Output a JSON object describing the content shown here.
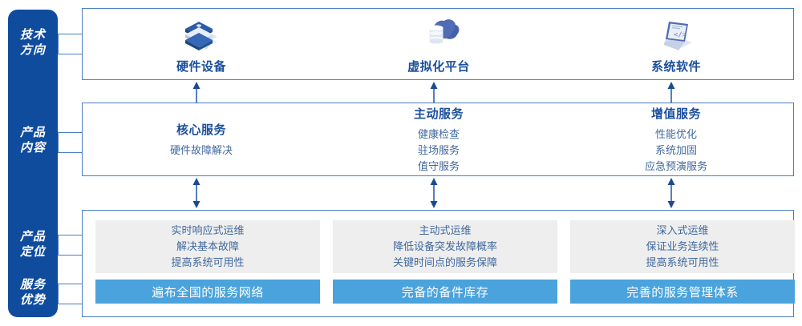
{
  "sidebar": {
    "background_color": "#0f4c9e",
    "labels": [
      {
        "name": "tech-direction",
        "line1": "技术",
        "line2": "方向"
      },
      {
        "name": "product-content",
        "line1": "产品",
        "line2": "内容"
      },
      {
        "name": "product-positioning",
        "line1": "产品",
        "line2": "定位"
      },
      {
        "name": "service-advantage",
        "line1": "服务",
        "line2": "优势"
      }
    ]
  },
  "tech_section": {
    "items": [
      {
        "icon": "server-stack-icon",
        "label": "硬件设备"
      },
      {
        "icon": "cloud-database-icon",
        "label": "虚拟化平台"
      },
      {
        "icon": "laptop-code-icon",
        "label": "系统软件"
      }
    ]
  },
  "content_section": {
    "columns": [
      {
        "title": "核心服务",
        "items": [
          "硬件故障解决"
        ]
      },
      {
        "title": "主动服务",
        "items": [
          "健康检查",
          "驻场服务",
          "值守服务"
        ]
      },
      {
        "title": "增值服务",
        "items": [
          "性能优化",
          "系统加固",
          "应急预演服务"
        ]
      }
    ]
  },
  "positioning_section": {
    "cards": [
      {
        "lines": [
          "实时响应式运维",
          "解决基本故障",
          "提高系统可用性"
        ]
      },
      {
        "lines": [
          "主动式运维",
          "降低设备突发故障概率",
          "关键时间点的服务保障"
        ]
      },
      {
        "lines": [
          "深入式运维",
          "保证业务连续性",
          "提高系统可用性"
        ]
      }
    ]
  },
  "advantage_section": {
    "bars": [
      "遍布全国的服务网络",
      "完备的备件库存",
      "完善的服务管理体系"
    ]
  },
  "colors": {
    "sidebar_blue": "#0f4c9e",
    "border_blue": "#4a7ec0",
    "title_blue": "#1b4f9c",
    "body_blue": "#41699e",
    "bar_blue": "#4aa3dc",
    "card_gray": "#eeeeee"
  }
}
